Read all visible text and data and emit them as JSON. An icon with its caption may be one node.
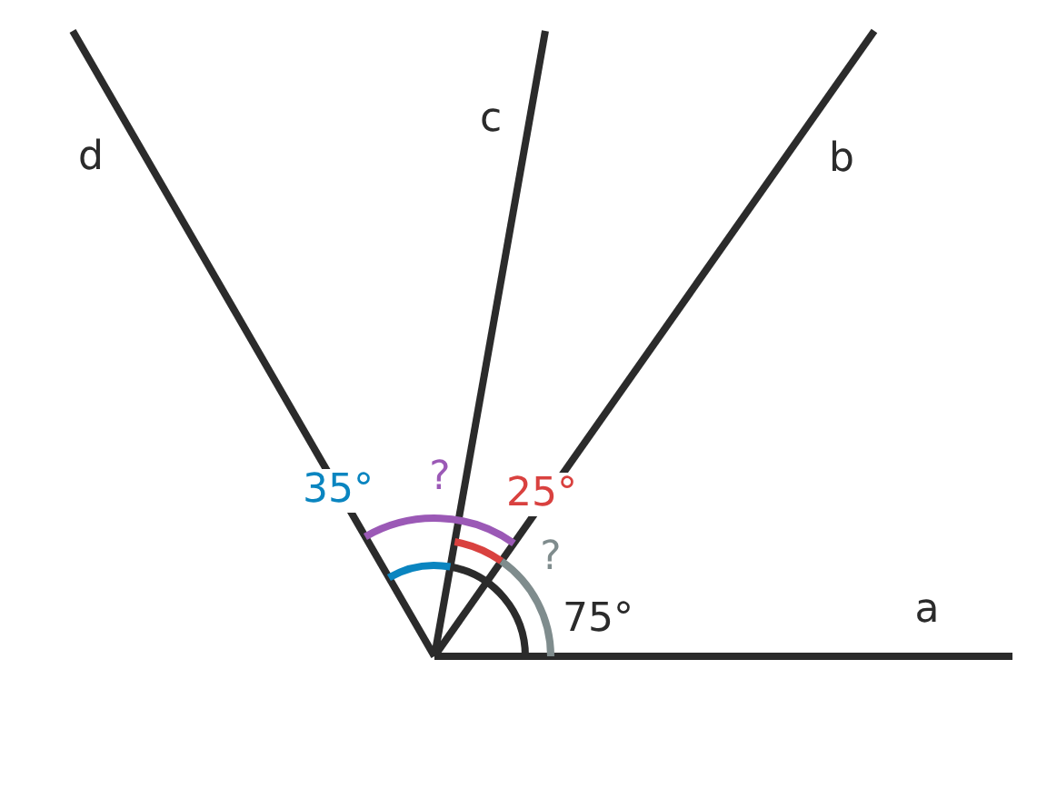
{
  "diagram": {
    "labels": [
      "d",
      "c",
      "b",
      "?",
      "35°",
      "25°",
      "?",
      "75°",
      "a"
    ]
  }
}
